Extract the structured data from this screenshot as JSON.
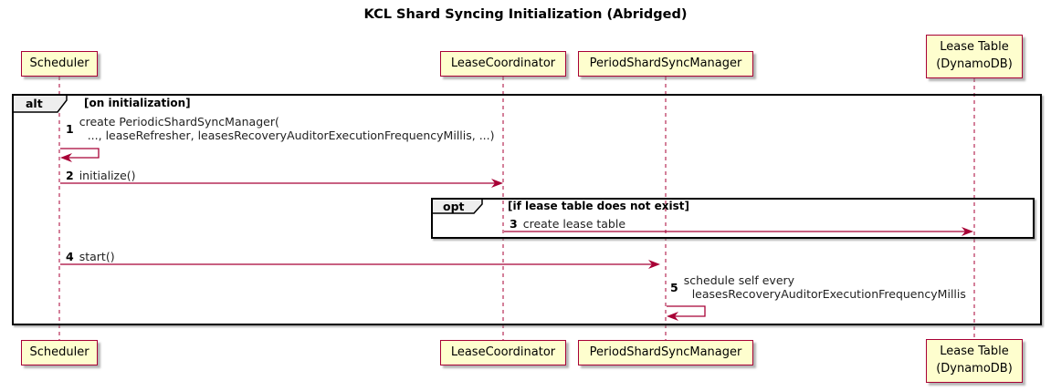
{
  "title": "KCL Shard Syncing Initialization (Abridged)",
  "participants": {
    "scheduler": "Scheduler",
    "lease_coordinator": "LeaseCoordinator",
    "period_shard_sync_manager": "PeriodShardSyncManager",
    "lease_table_line1": "Lease Table",
    "lease_table_line2": "(DynamoDB)"
  },
  "frames": {
    "alt": {
      "label": "alt",
      "guard": "[on initialization]"
    },
    "opt": {
      "label": "opt",
      "guard": "[if lease table does not exist]"
    }
  },
  "messages": {
    "m1": {
      "num": "1",
      "line1": "create PeriodicShardSyncManager(",
      "line2": "..., leaseRefresher, leasesRecoveryAuditorExecutionFrequencyMillis, ...)"
    },
    "m2": {
      "num": "2",
      "text": "initialize()"
    },
    "m3": {
      "num": "3",
      "text": "create lease table"
    },
    "m4": {
      "num": "4",
      "text": "start()"
    },
    "m5": {
      "num": "5",
      "line1": "schedule self every",
      "line2": "leasesRecoveryAuditorExecutionFrequencyMillis"
    }
  },
  "colors": {
    "participant_fill": "#FEFECE",
    "participant_border": "#A80036",
    "arrow": "#A80036",
    "lifeline": "#A80036",
    "frame_border": "#000000",
    "frame_tab_fill": "#EEEEEE"
  }
}
